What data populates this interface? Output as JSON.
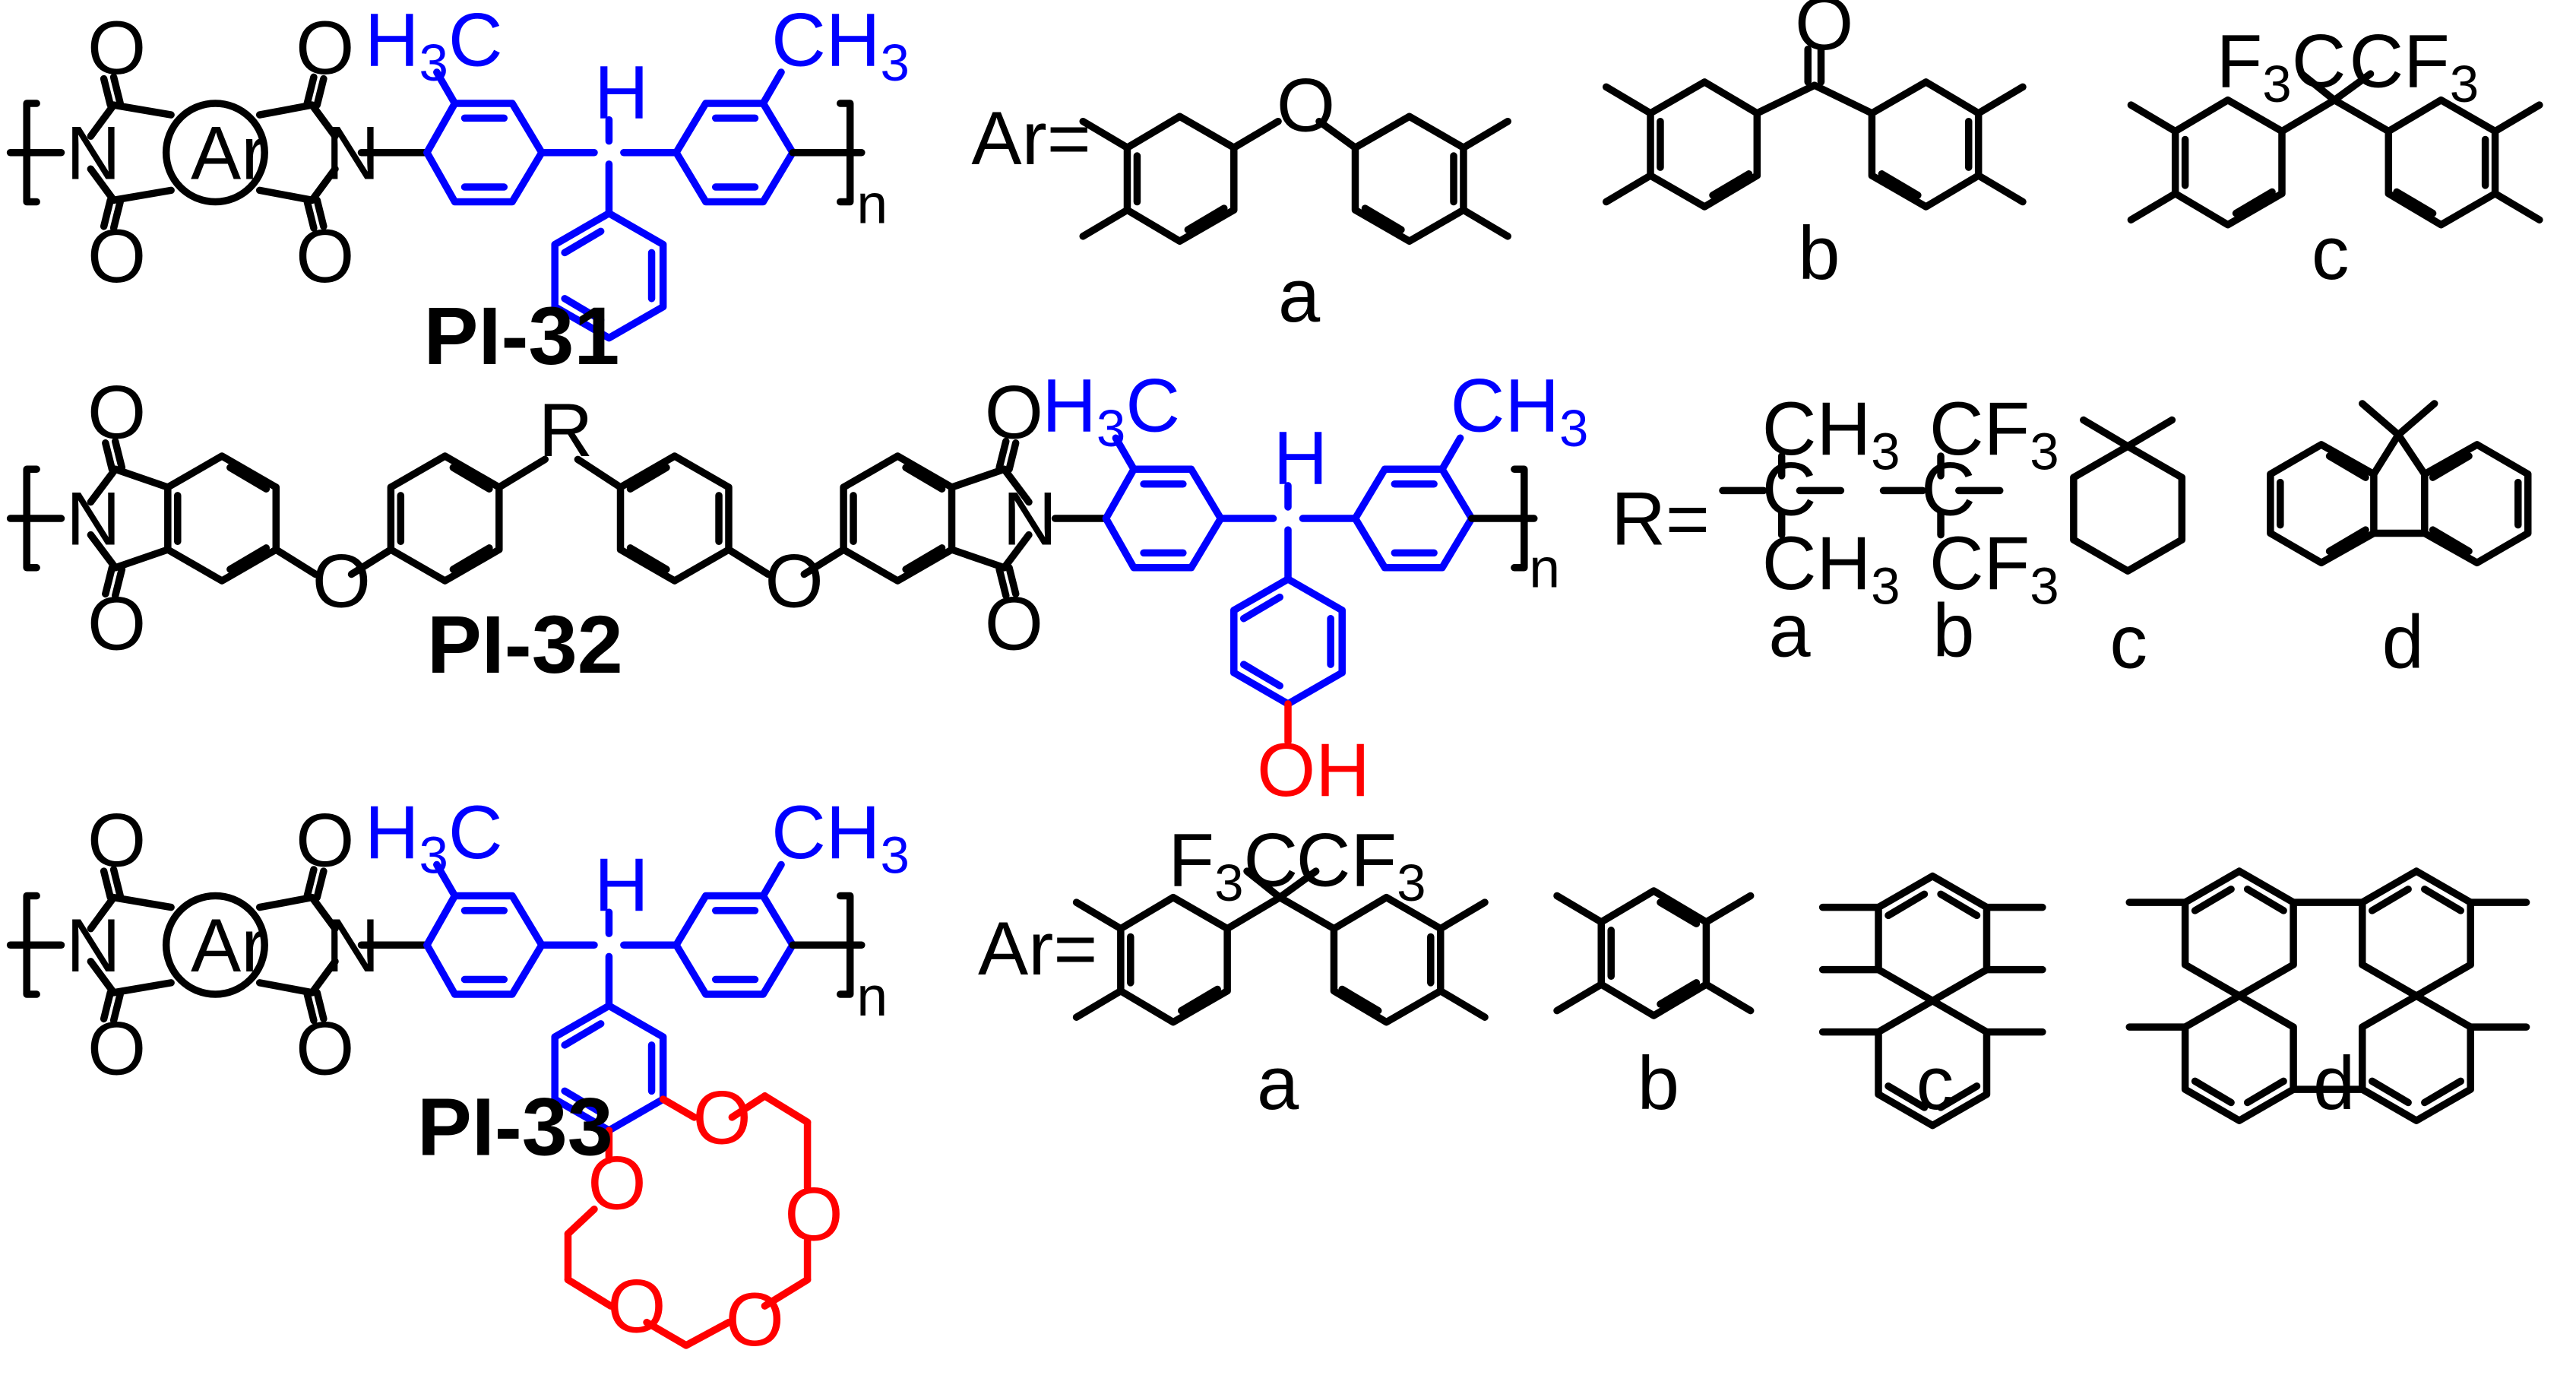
{
  "colors": {
    "backbone": "#000000",
    "diamine": "#0000ff",
    "pendant": "#ff0000",
    "background": "#ffffff"
  },
  "atoms": {
    "N": "N",
    "O": "O",
    "H": "H",
    "OH": "OH",
    "CH3": "CH",
    "F3C": "F",
    "CF3": "CF",
    "Ar": "Ar",
    "R": "R",
    "sub3": "3",
    "n": "n"
  },
  "pi31": {
    "name": "PI-31",
    "ar_prefix": "Ar=",
    "options": [
      "a",
      "b",
      "c"
    ]
  },
  "pi32": {
    "name": "PI-32",
    "r_prefix": "R=",
    "options": [
      "a",
      "b",
      "c",
      "d"
    ]
  },
  "pi33": {
    "name": "PI-33",
    "ar_prefix": "Ar=",
    "options": [
      "a",
      "b",
      "c",
      "d"
    ]
  }
}
